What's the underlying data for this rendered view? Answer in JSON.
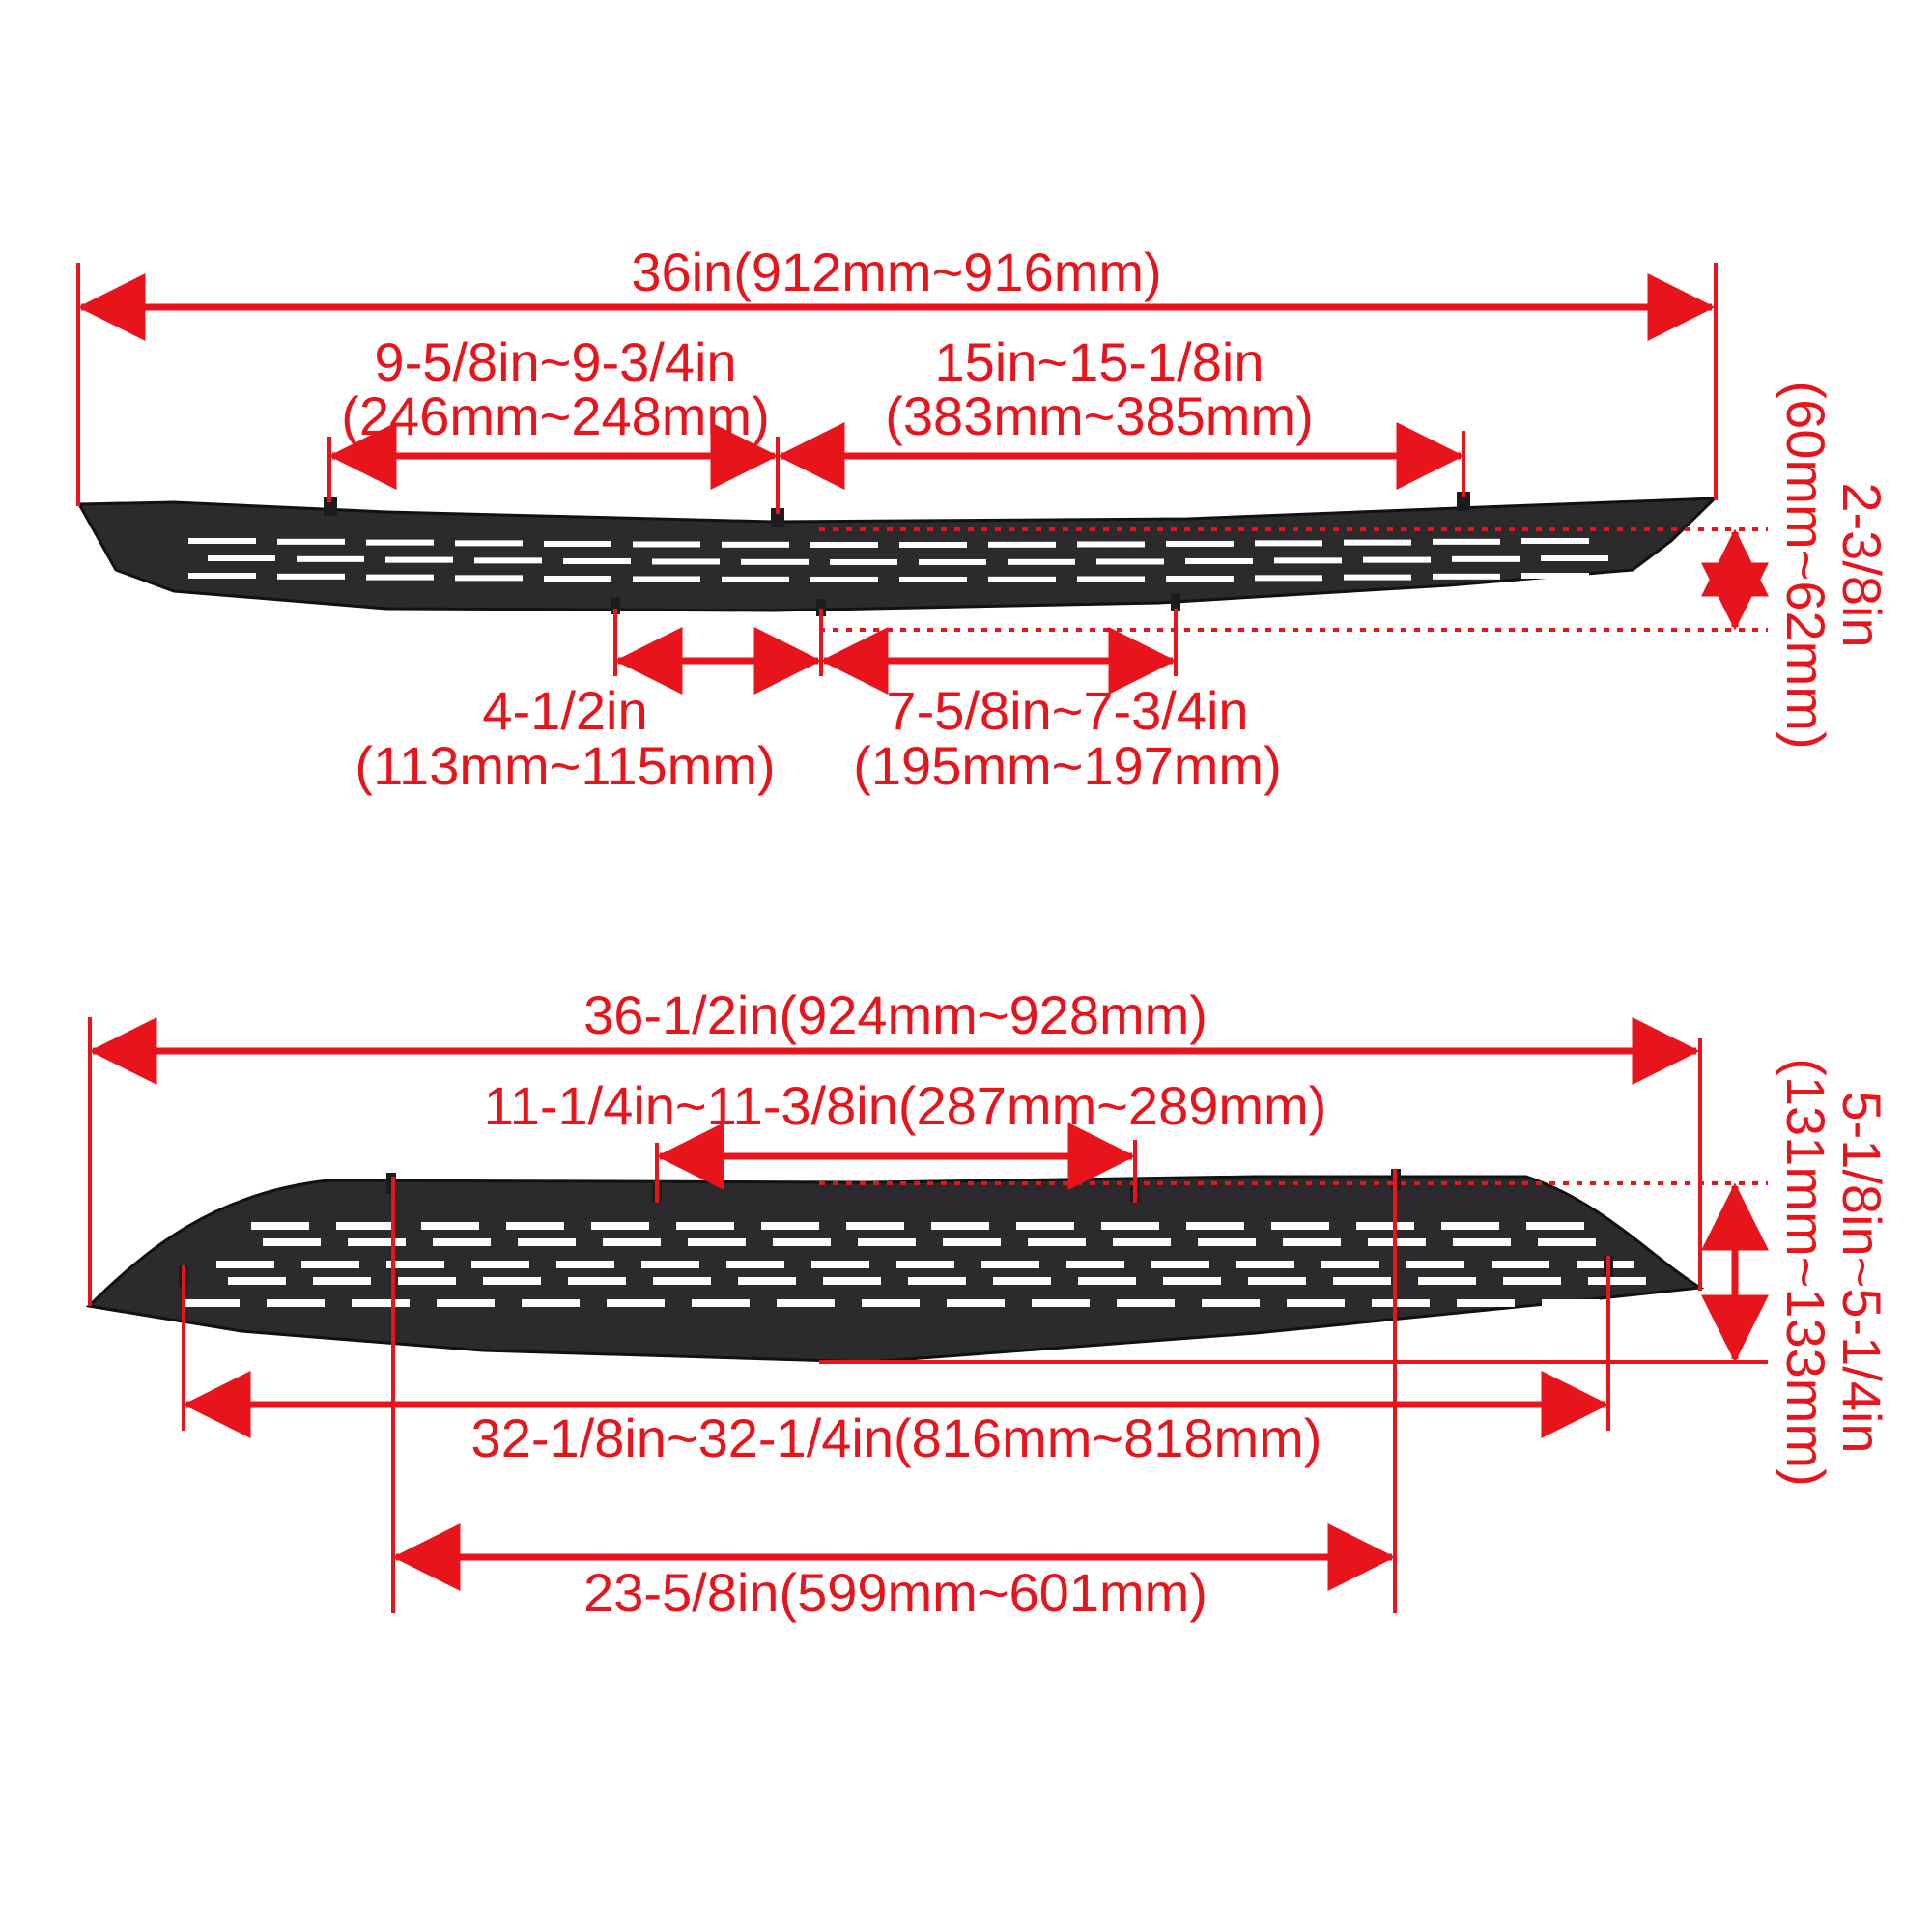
{
  "colors": {
    "dimension": "#e8141c",
    "part": "#2b2b2e",
    "part_edge": "#111113",
    "slot": "#ffffff",
    "background": "#ffffff"
  },
  "top_grille": {
    "overall_width": "36in(912mm~916mm)",
    "left_clip_span": {
      "line1": "9-5/8in~9-3/4in",
      "line2": "(246mm~248mm)"
    },
    "right_clip_span": {
      "line1": "15in~15-1/8in",
      "line2": "(383mm~385mm)"
    },
    "height": {
      "line1": "2-3/8in",
      "line2": "(60mm~62mm)"
    },
    "bottom_left_span": {
      "line1": "4-1/2in",
      "line2": "(113mm~115mm)"
    },
    "bottom_right_span": {
      "line1": "7-5/8in~7-3/4in",
      "line2": "(195mm~197mm)"
    }
  },
  "bottom_grille": {
    "overall_width": "36-1/2in(924mm~928mm)",
    "top_clip_span": "11-1/4in~11-3/8in(287mm~289mm)",
    "height": {
      "line1": "5-1/8in~5-1/4in",
      "line2": "(131mm~133mm)"
    },
    "outer_clip_span": "32-1/8in~32-1/4in(816mm~818mm)",
    "inner_clip_span": "23-5/8in(599mm~601mm)"
  }
}
